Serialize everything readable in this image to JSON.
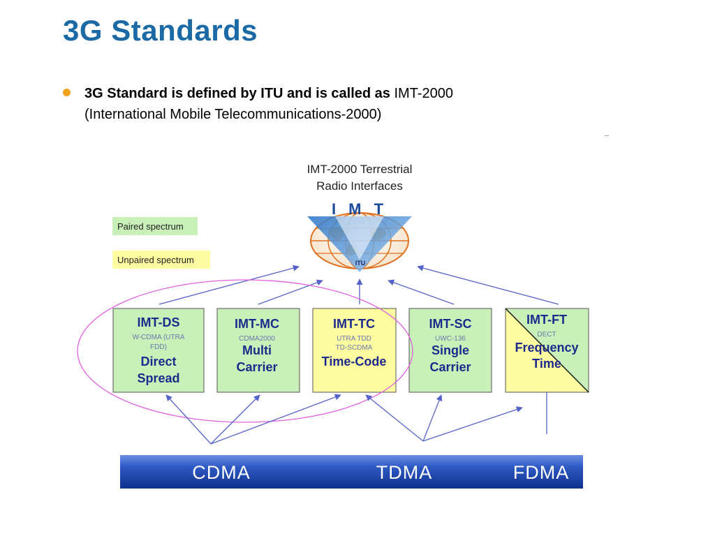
{
  "title": "3G Standards",
  "bullet": {
    "bold": "3G Standard is defined by ITU and is called as",
    "normal": " IMT-2000",
    "line2": "(International Mobile Telecommunications-2000)"
  },
  "diagram": {
    "heading_line1": "IMT-2000 Terrestrial",
    "heading_line2": "Radio Interfaces",
    "logo_letters": "I M T",
    "logo_org": "ITU",
    "legend": {
      "paired": "Paired spectrum",
      "unpaired": "Unpaired spectrum",
      "paired_color": "#c8f0b8",
      "unpaired_color": "#fdfca0"
    },
    "boxes": [
      {
        "title": "IMT-DS",
        "sub1": "W-CDMA (UTRA",
        "sub2": "FDD)",
        "main1": "Direct",
        "main2": "Spread"
      },
      {
        "title": "IMT-MC",
        "sub1": "CDMA2000",
        "sub2": "",
        "main1": "Multi",
        "main2": "Carrier"
      },
      {
        "title": "IMT-TC",
        "sub1": "UTRA TDD",
        "sub2": "TD-SCDMA",
        "main1": "Time-Code",
        "main2": ""
      },
      {
        "title": "IMT-SC",
        "sub1": "UWC-136",
        "sub2": "",
        "main1": "Single",
        "main2": "Carrier"
      },
      {
        "title": "IMT-FT",
        "sub1": "DECT",
        "sub2": "",
        "main1": "Frequency",
        "main2": "Time"
      }
    ],
    "bar": {
      "cdma": "CDMA",
      "tdma": "TDMA",
      "fdma": "FDMA"
    },
    "colors": {
      "title": "#1b6aa5",
      "box_text": "#1c2a8c",
      "arrow": "#5563c8",
      "ellipse": "#e060e0",
      "bar_dark": "#1a3ea0",
      "bar_light": "#5f86e0"
    }
  }
}
